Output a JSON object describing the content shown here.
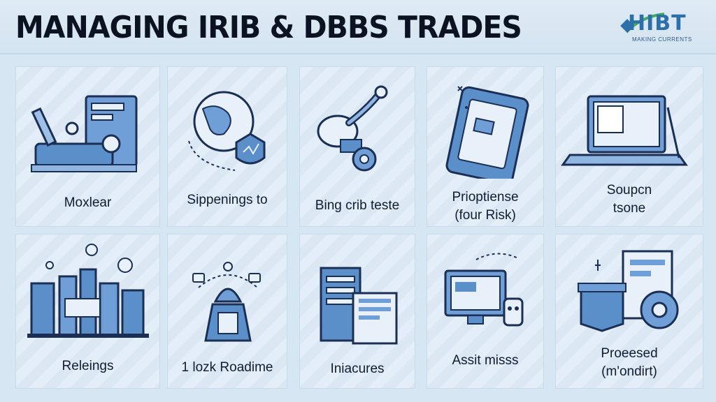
{
  "header": {
    "title": "MANAGING IRIB & DBBS TRADES",
    "logo_text": "HIBT",
    "logo_subtitle": "MAKING CURRENTS"
  },
  "cards": [
    {
      "label": "Moxlear",
      "icon": "industrial-machine-icon"
    },
    {
      "label": "Sippenings to",
      "icon": "globe-shield-icon"
    },
    {
      "label": "Bing crib teste",
      "icon": "robotic-arm-icon"
    },
    {
      "label": "Prioptiense\n(four Risk)",
      "icon": "tablet-device-icon"
    },
    {
      "label": "Soupcn\ntsone",
      "icon": "laptop-icon"
    },
    {
      "label": "Releings",
      "icon": "city-skyline-icon"
    },
    {
      "label": "1 lozk Roadime",
      "icon": "dome-tower-icon"
    },
    {
      "label": "Iniacures",
      "icon": "server-documents-icon"
    },
    {
      "label": "Assit misss",
      "icon": "monitor-robot-icon"
    },
    {
      "label": "Proeesed\n(m'ondirt)",
      "icon": "factory-gear-icon"
    }
  ],
  "colors": {
    "background": "#d6e6f3",
    "icon_fill": "#5b8fc9",
    "icon_stroke": "#1b2f55"
  }
}
